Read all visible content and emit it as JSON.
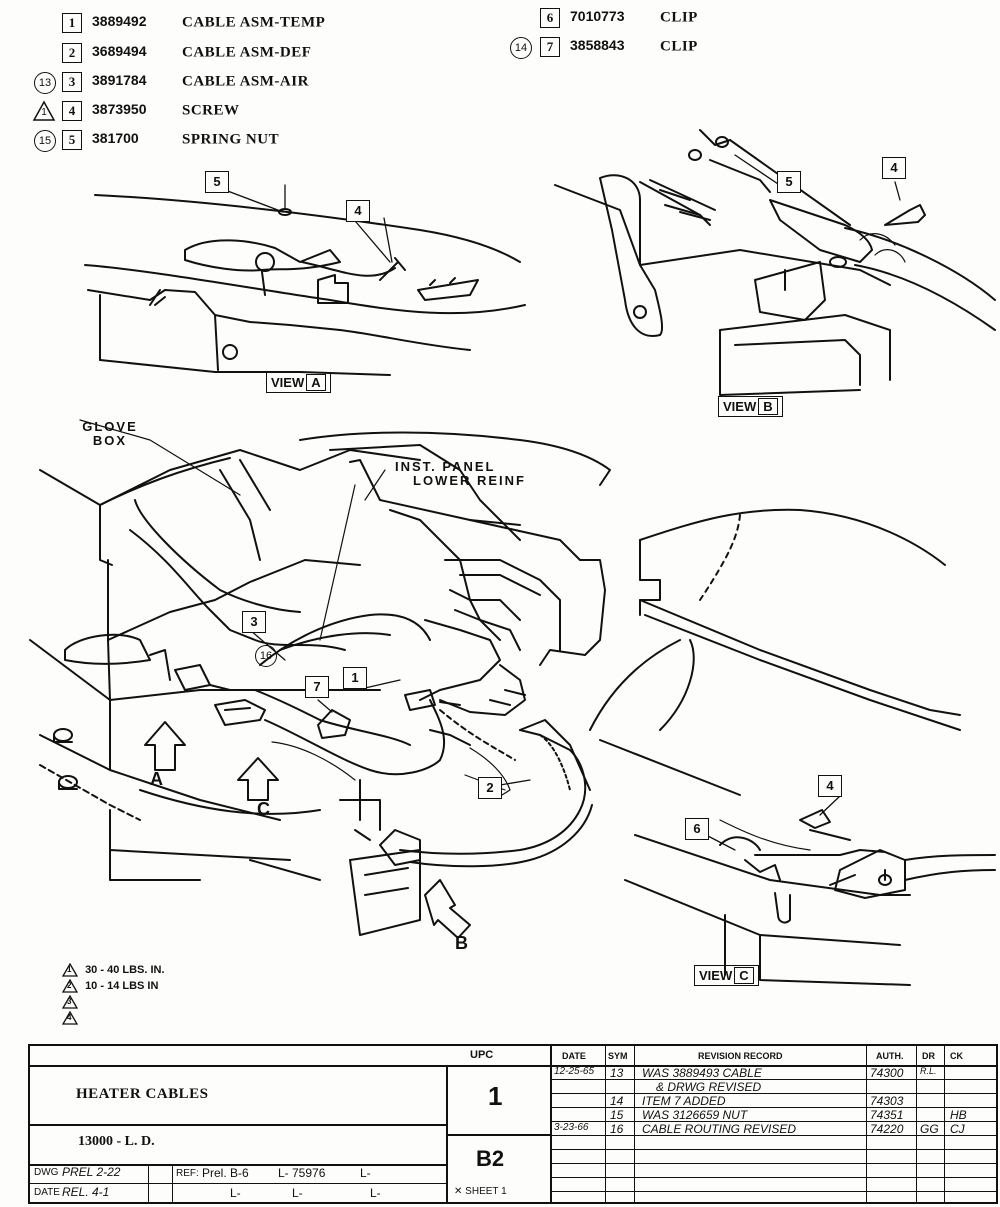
{
  "parts_list": [
    {
      "item": "1",
      "number": "3889492",
      "description": "CABLE ASM-TEMP",
      "mark": ""
    },
    {
      "item": "2",
      "number": "3689494",
      "description": "CABLE ASM-DEF",
      "mark": ""
    },
    {
      "item": "3",
      "number": "3891784",
      "description": "CABLE ASM-AIR",
      "mark": "13"
    },
    {
      "item": "4",
      "number": "3873950",
      "description": "SCREW",
      "mark": "1"
    },
    {
      "item": "5",
      "number": "381700",
      "description": "SPRING NUT",
      "mark": "15"
    },
    {
      "item": "6",
      "number": "7010773",
      "description": "CLIP",
      "mark": ""
    },
    {
      "item": "7",
      "number": "3858843",
      "description": "CLIP",
      "mark": "14"
    }
  ],
  "views": {
    "view_label": "VIEW",
    "a": "A",
    "b": "B",
    "c": "C"
  },
  "labels": {
    "glove_box_1": "GLOVE",
    "glove_box_2": "BOX",
    "inst_panel_1": "INST. PANEL",
    "inst_panel_2": "LOWER REINF",
    "arrow_a": "A",
    "arrow_b": "B",
    "arrow_c": "C",
    "rev_mark_16": "16"
  },
  "callouts": {
    "c1": "1",
    "c2": "2",
    "c3": "3",
    "c4a": "4",
    "c4b": "4",
    "c4c": "4",
    "c5a": "5",
    "c5b": "5",
    "c6": "6",
    "c7": "7"
  },
  "torque_notes": [
    {
      "mark": "1",
      "text": "30 - 40 LBS. IN."
    },
    {
      "mark": "2",
      "text": "10 - 14 LBS IN"
    },
    {
      "mark": "3",
      "text": ""
    },
    {
      "mark": "4",
      "text": ""
    }
  ],
  "title_block": {
    "title": "HEATER CABLES",
    "model": "13000 - L. D.",
    "upc_label": "UPC",
    "upc": "1",
    "group": "B2",
    "sheet_label": "SHEET",
    "sheet": "1",
    "dwg_label": "DWG",
    "dwg_value": "PREL 2-22",
    "date_label": "DATE",
    "date_value": "REL. 4-1",
    "ref_label": "REF:",
    "ref_value": "Prel. B-6",
    "ref_number": "L- 75976",
    "l_marks": [
      "L-",
      "L-",
      "L-",
      "L-"
    ],
    "headers": {
      "date": "DATE",
      "sym": "SYM",
      "record": "REVISION RECORD",
      "auth": "AUTH.",
      "dr": "DR",
      "ck": "CK"
    },
    "revisions": [
      {
        "date": "12-25-65",
        "sym": "13",
        "record": "WAS 3889493 CABLE",
        "auth": "74300",
        "dr": "R.L.",
        "ck": ""
      },
      {
        "date": "",
        "sym": "",
        "record": "& DRWG REVISED",
        "auth": "",
        "dr": "",
        "ck": ""
      },
      {
        "date": "",
        "sym": "14",
        "record": "ITEM 7 ADDED",
        "auth": "74303",
        "dr": "",
        "ck": ""
      },
      {
        "date": "",
        "sym": "15",
        "record": "WAS 3126659 NUT",
        "auth": "74351",
        "dr": "",
        "ck": "HB"
      },
      {
        "date": "3-23-66",
        "sym": "16",
        "record": "CABLE ROUTING REVISED",
        "auth": "74220",
        "dr": "GG",
        "ck": "CJ"
      }
    ]
  }
}
